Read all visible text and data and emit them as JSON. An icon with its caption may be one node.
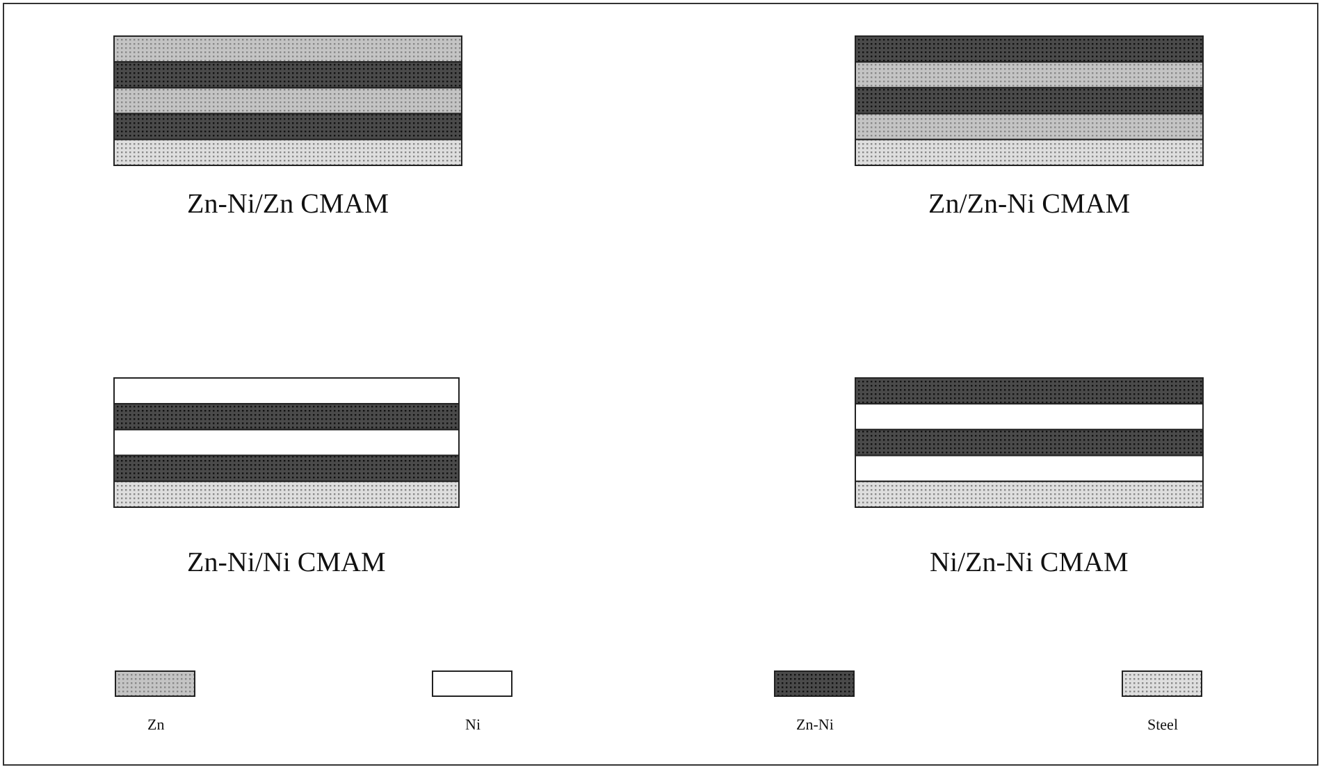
{
  "diagram": {
    "labels": [
      "Zn-Ni/Zn CMAM",
      "Zn/Zn-Ni CMAM",
      "Zn-Ni/Ni CMAM",
      "Ni/Zn-Ni CMAM"
    ],
    "legend": [
      {
        "text": "Zn",
        "color": "#c4c4c4"
      },
      {
        "text": "Ni",
        "color": "#ffffff"
      },
      {
        "text": "Zn-Ni",
        "color": "#4a4a4a"
      },
      {
        "text": "Steel",
        "color": "#dedede"
      }
    ]
  }
}
